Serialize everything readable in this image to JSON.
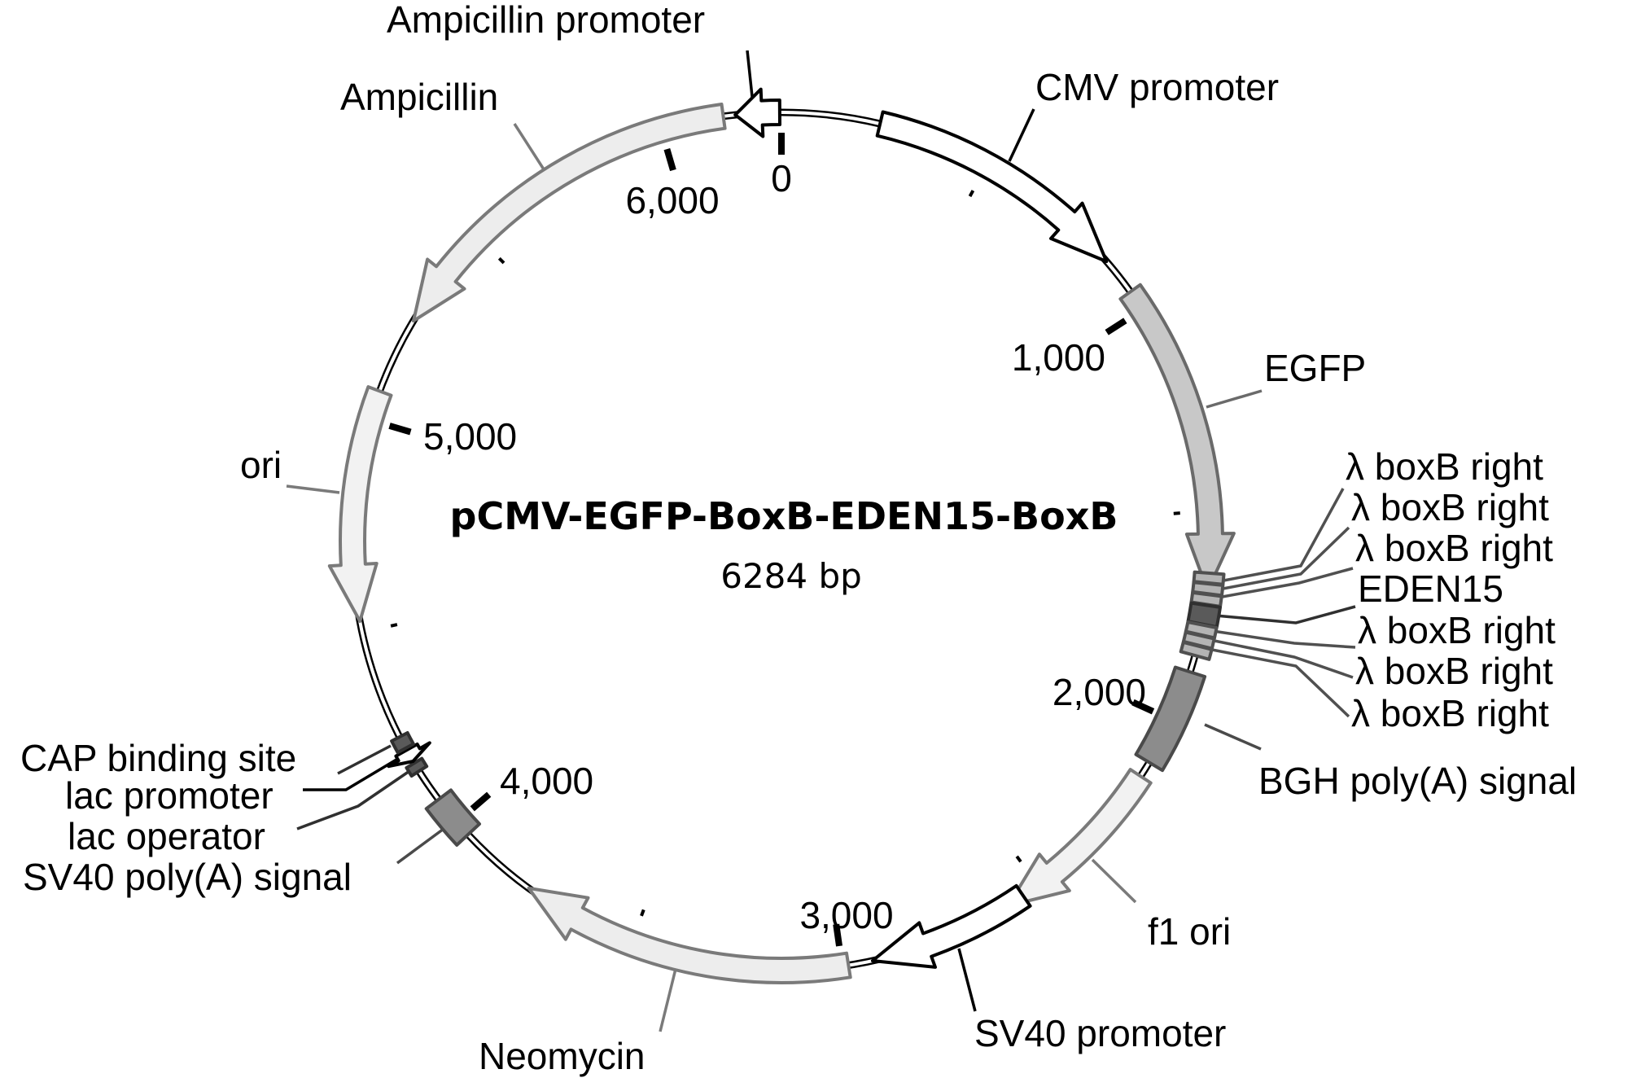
{
  "plasmid": {
    "name": "pCMV-EGFP-BoxB-EDEN15-BoxB",
    "size_label": "6284 bp",
    "length_bp": 6284
  },
  "ticks": {
    "major": [
      {
        "bp": 0,
        "label": "0"
      },
      {
        "bp": 1000,
        "label": "1,000"
      },
      {
        "bp": 2000,
        "label": "2,000"
      },
      {
        "bp": 3000,
        "label": "3,000"
      },
      {
        "bp": 4000,
        "label": "4,000"
      },
      {
        "bp": 5000,
        "label": "5,000"
      },
      {
        "bp": 6000,
        "label": "6,000"
      }
    ],
    "minor": [
      500,
      1500,
      2500,
      3500,
      4500,
      5500
    ]
  },
  "features": [
    {
      "id": "amp-promoter",
      "label": "Ampicillin promoter",
      "start": 6176,
      "end": 6280,
      "strand": -1,
      "shape": "arrow",
      "fill": "#ffffff",
      "stroke": "#000000"
    },
    {
      "id": "cmv-promoter",
      "label": "CMV promoter",
      "start": 232,
      "end": 860,
      "strand": 1,
      "shape": "arrow",
      "fill": "#ffffff",
      "stroke": "#000000"
    },
    {
      "id": "egfp",
      "label": "EGFP",
      "start": 950,
      "end": 1686,
      "strand": 1,
      "shape": "arrow",
      "fill": "#c8c8c8",
      "stroke": "#6a6a6a"
    },
    {
      "id": "boxb-1",
      "label": "λ boxB right",
      "start": 1645,
      "end": 1668,
      "strand": 0,
      "shape": "box",
      "fill": "#b4b4b4",
      "stroke": "#505050"
    },
    {
      "id": "boxb-2",
      "label": "λ boxB right",
      "start": 1670,
      "end": 1693,
      "strand": 0,
      "shape": "box",
      "fill": "#b4b4b4",
      "stroke": "#505050"
    },
    {
      "id": "boxb-3",
      "label": "λ boxB right",
      "start": 1695,
      "end": 1718,
      "strand": 0,
      "shape": "box",
      "fill": "#b4b4b4",
      "stroke": "#505050"
    },
    {
      "id": "eden15",
      "label": "EDEN15",
      "start": 1720,
      "end": 1765,
      "strand": 0,
      "shape": "box",
      "fill": "#5a5a5a",
      "stroke": "#303030"
    },
    {
      "id": "boxb-4",
      "label": "λ boxB right",
      "start": 1767,
      "end": 1790,
      "strand": 0,
      "shape": "box",
      "fill": "#b4b4b4",
      "stroke": "#505050"
    },
    {
      "id": "boxb-5",
      "label": "λ boxB right",
      "start": 1792,
      "end": 1815,
      "strand": 0,
      "shape": "box",
      "fill": "#b4b4b4",
      "stroke": "#505050"
    },
    {
      "id": "boxb-6",
      "label": "λ boxB right",
      "start": 1817,
      "end": 1840,
      "strand": 0,
      "shape": "box",
      "fill": "#b4b4b4",
      "stroke": "#505050"
    },
    {
      "id": "bgh-polya",
      "label": "BGH poly(A) signal",
      "start": 1880,
      "end": 2112,
      "strand": 0,
      "shape": "box",
      "fill": "#8c8c8c",
      "stroke": "#4a4a4a"
    },
    {
      "id": "f1-ori",
      "label": "f1 ori",
      "start": 2150,
      "end": 2585,
      "strand": 1,
      "shape": "arrow",
      "fill": "#f2f2f2",
      "stroke": "#7a7a7a"
    },
    {
      "id": "sv40-promoter",
      "label": "SV40 promoter",
      "start": 2543,
      "end": 2928,
      "strand": 1,
      "shape": "arrow",
      "fill": "#ffffff",
      "stroke": "#000000"
    },
    {
      "id": "neomycin",
      "label": "Neomycin",
      "start": 2985,
      "end": 3772,
      "strand": 1,
      "shape": "arrow",
      "fill": "#ededed",
      "stroke": "#7a7a7a"
    },
    {
      "id": "sv40-polya",
      "label": "SV40 poly(A) signal",
      "start": 3961,
      "end": 4068,
      "strand": 0,
      "shape": "box",
      "fill": "#8c8c8c",
      "stroke": "#4a4a4a"
    },
    {
      "id": "lac-operator",
      "label": "lac operator",
      "start": 4148,
      "end": 4170,
      "strand": 0,
      "shape": "box",
      "fill": "#5a5a5a",
      "stroke": "#303030"
    },
    {
      "id": "lac-promoter",
      "label": "lac promoter",
      "start": 4175,
      "end": 4205,
      "strand": -1,
      "shape": "arrow",
      "fill": "#ffffff",
      "stroke": "#000000"
    },
    {
      "id": "cap-site",
      "label": "CAP binding site",
      "start": 4210,
      "end": 4240,
      "strand": 0,
      "shape": "box",
      "fill": "#5a5a5a",
      "stroke": "#303030"
    },
    {
      "id": "ori",
      "label": "ori",
      "start": 4526,
      "end": 5071,
      "strand": -1,
      "shape": "arrow",
      "fill": "#f2f2f2",
      "stroke": "#7a7a7a"
    },
    {
      "id": "ampicillin",
      "label": "Ampicillin",
      "start": 5253,
      "end": 6148,
      "strand": -1,
      "shape": "arrow",
      "fill": "#ededed",
      "stroke": "#7a7a7a"
    }
  ]
}
